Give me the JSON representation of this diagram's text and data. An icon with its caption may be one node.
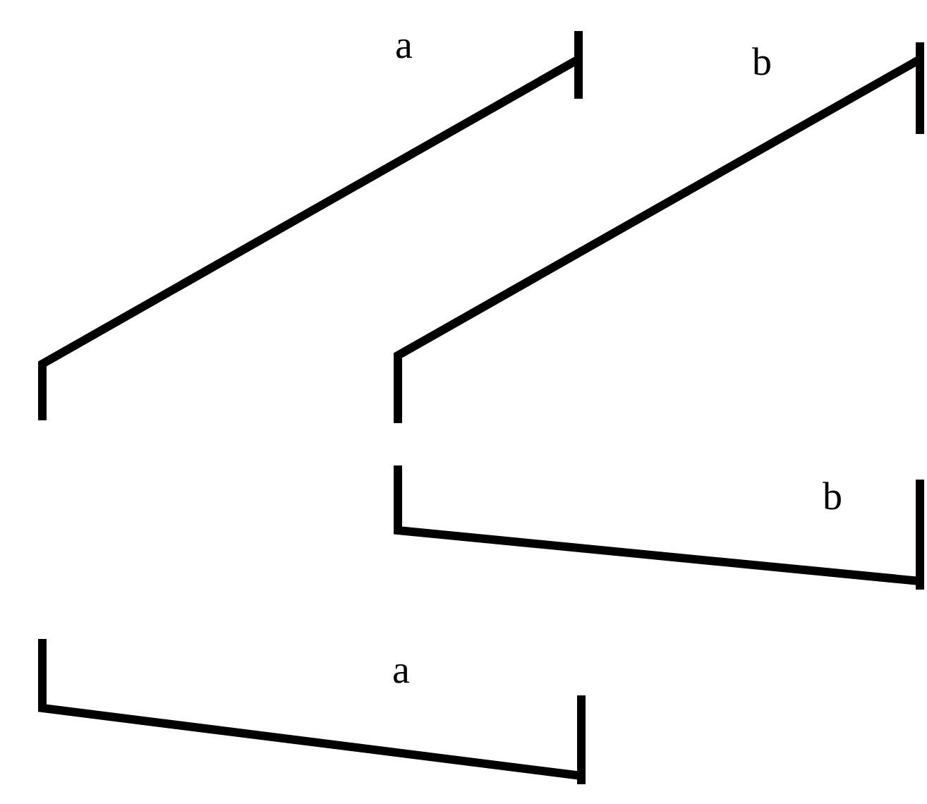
{
  "diagram": {
    "labels": [
      "a",
      "b",
      "b",
      "a"
    ]
  }
}
